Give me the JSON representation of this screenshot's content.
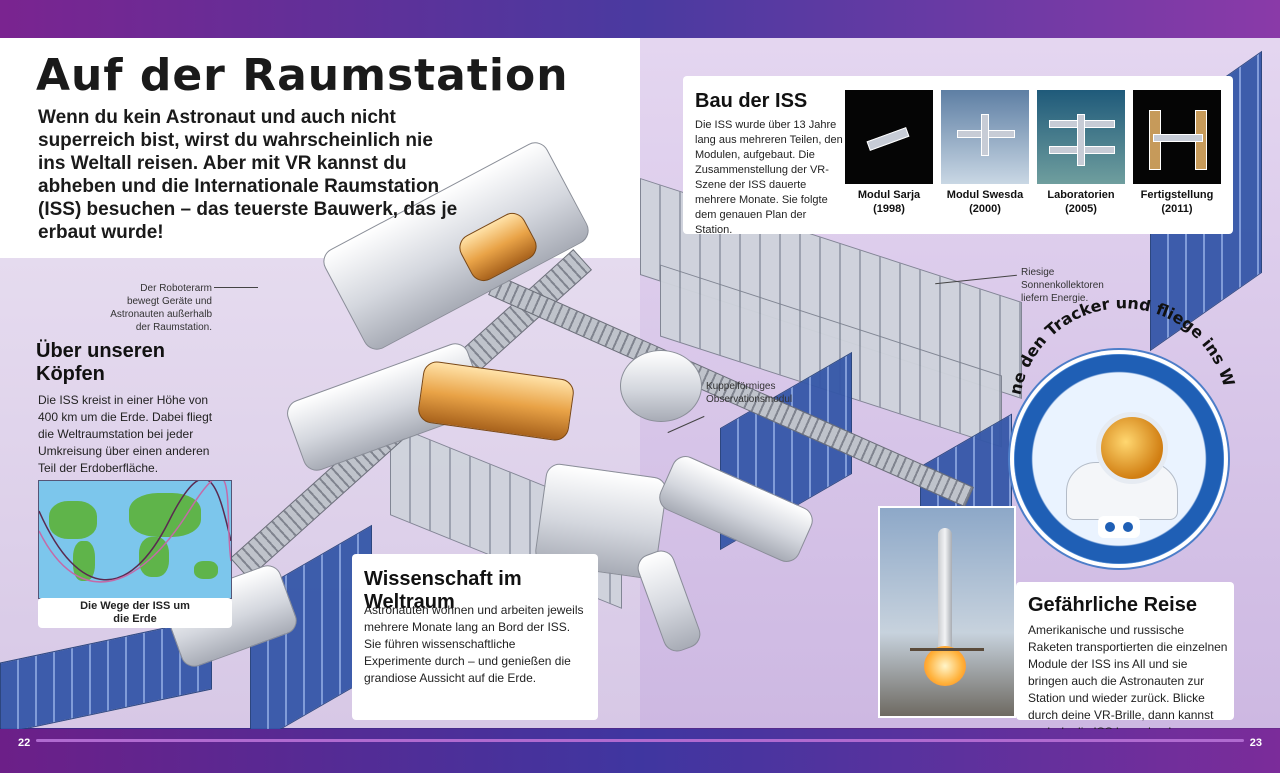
{
  "title": "Auf der Raumstation",
  "intro": "Wenn du kein Astronaut und auch nicht superreich bist, wirst du wahrscheinlich nie ins Weltall reisen. Aber mit VR kannst du abheben und die Internationale Raumstation (ISS) besuchen – das teuerste Bauwerk, das je erbaut wurde!",
  "callouts": {
    "roboterarm": "Der Roboterarm bewegt Geräte und Astronauten außerhalb der Raumstation.",
    "sonnenkollektoren": "Riesige Sonnenkollektoren liefern Energie.",
    "kuppel": "Kuppelförmiges Observationsmodul"
  },
  "ueber": {
    "heading": "Über unseren Köpfen",
    "text": "Die ISS kreist in einer Höhe von 400 km um die Erde. Dabei fliegt die Weltraumstation bei jeder Umkreisung über einen anderen Teil der Erdoberfläche.",
    "map_caption": "Die Wege der ISS um die Erde"
  },
  "bau": {
    "heading": "Bau der ISS",
    "text": "Die ISS wurde über 13 Jahre lang aus mehreren Teilen, den Modulen, aufgebaut. Die Zusammenstellung der VR-Szene der ISS dauerte mehrere Monate. Sie folgte dem genauen Plan der Station.",
    "items": [
      {
        "label": "Modul Sarja",
        "year": "(1998)"
      },
      {
        "label": "Modul Swesda",
        "year": "(2000)"
      },
      {
        "label": "Laboratorien",
        "year": "(2005)"
      },
      {
        "label": "Fertigstellung",
        "year": "(2011)"
      }
    ]
  },
  "vr_badge": "Scanne den Tracker und fliege ins Weltall.",
  "wissenschaft": {
    "heading": "Wissenschaft im Weltraum",
    "text": "Astronauten wohnen und arbeiten jeweils mehrere Monate lang an Bord der ISS. Sie führen wissenschaftliche Experimente durch – und genießen die grandiose Aussicht auf die Erde."
  },
  "reise": {
    "heading": "Gefährliche Reise",
    "text": "Amerikanische und russische Raketen transportierten die einzelnen Module der ISS ins All und sie bringen auch die Astronauten zur Station und wieder zurück. Blicke durch deine VR-Brille, dann kannst auch du die ISS besuchen!"
  },
  "page_numbers": {
    "left": "22",
    "right": "23"
  },
  "colors": {
    "frame": "#6c1f88",
    "panel": "#e4d6f0",
    "accent": "#b06ad0"
  }
}
